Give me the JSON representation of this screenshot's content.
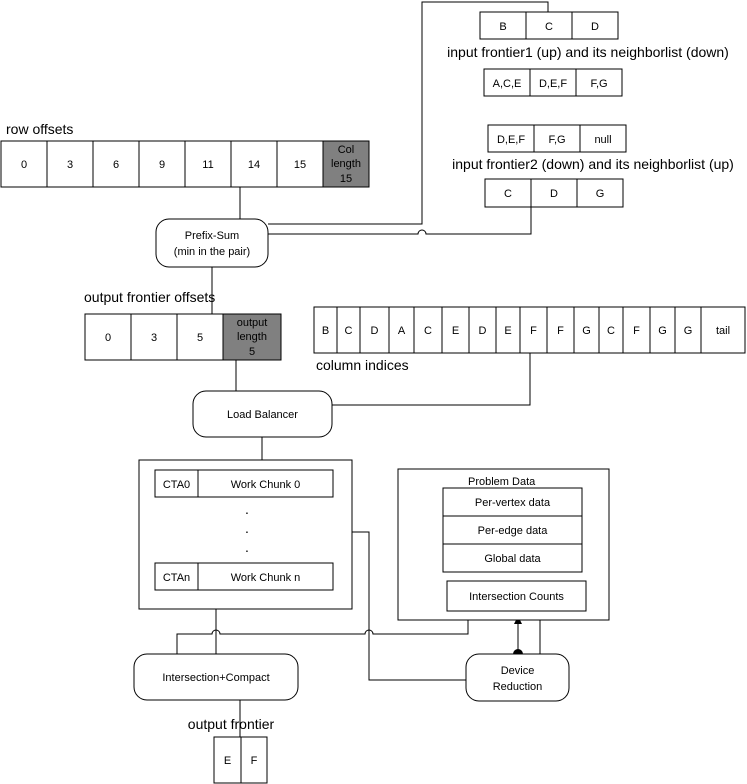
{
  "row_offsets": {
    "title": "row offsets",
    "cells": [
      "0",
      "3",
      "6",
      "9",
      "11",
      "14",
      "15"
    ],
    "tail": [
      "Col",
      "length",
      "15"
    ]
  },
  "frontier1": {
    "title": "input frontier1 (up) and its neighborlist (down)",
    "frontier": [
      "B",
      "C",
      "D"
    ],
    "neighbors": [
      "A,C,E",
      "D,E,F",
      "F,G"
    ]
  },
  "frontier2": {
    "title": "input frontier2 (down) and its neighborlist (up)",
    "neighbors": [
      "D,E,F",
      "F,G",
      "null"
    ],
    "frontier": [
      "C",
      "D",
      "G"
    ]
  },
  "prefix_sum": {
    "lines": [
      "Prefix-Sum",
      "(min in the pair)"
    ]
  },
  "output_offsets": {
    "title": "output frontier offsets",
    "cells": [
      "0",
      "3",
      "5"
    ],
    "tail": [
      "output",
      "length",
      "5"
    ]
  },
  "column_indices": {
    "title": "column indices",
    "cells": [
      "B",
      "C",
      "D",
      "A",
      "C",
      "E",
      "D",
      "E",
      "F",
      "F",
      "G",
      "C",
      "F",
      "G",
      "G",
      "tail"
    ]
  },
  "load_balancer": {
    "label": "Load Balancer"
  },
  "work": {
    "rows": [
      {
        "cta": "CTA0",
        "chunk": "Work Chunk 0"
      },
      {
        "cta": "CTAn",
        "chunk": "Work Chunk n"
      }
    ],
    "dots": ".",
    "dot_rows": [
      1,
      2,
      3
    ]
  },
  "problem_data": {
    "title": "Problem Data",
    "items": [
      "Per-vertex data",
      "Per-edge data",
      "Global data"
    ],
    "counts": "Intersection Counts"
  },
  "intersection": {
    "label": "Intersection+Compact"
  },
  "device_reduction": {
    "lines": [
      "Device",
      "Reduction"
    ]
  },
  "output_frontier": {
    "title": "output frontier",
    "cells": [
      "E",
      "F"
    ]
  }
}
